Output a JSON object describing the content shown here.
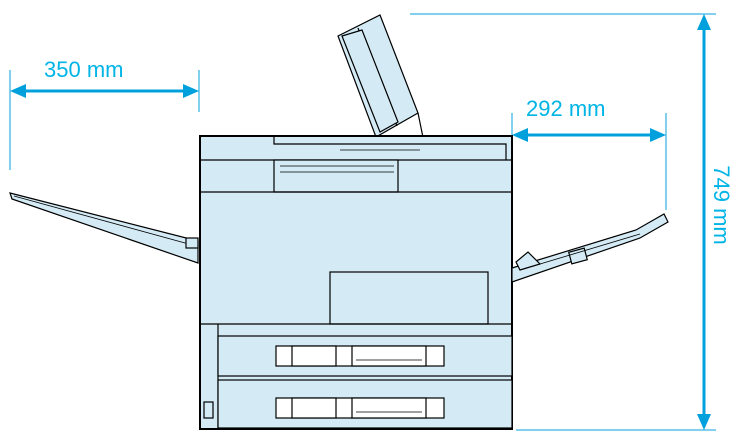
{
  "dimensions": {
    "left_clearance": "350 mm",
    "right_clearance": "292 mm",
    "height": "749 mm"
  },
  "colors": {
    "dimension": "#00a0dc",
    "dimension_text": "#00b4e6",
    "printer_fill": "#d4ebf6",
    "outline": "#000000"
  }
}
